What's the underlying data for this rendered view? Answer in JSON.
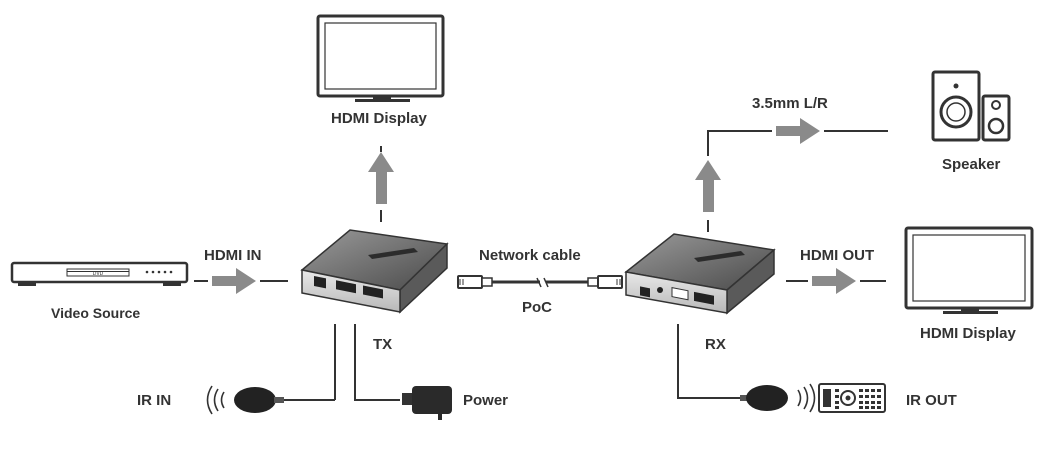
{
  "labels": {
    "hdmi_display_top": "HDMI Display",
    "speaker": "Speaker",
    "audio_out": "3.5mm L/R",
    "video_source": "Video Source",
    "hdmi_in": "HDMI IN",
    "network_cable": "Network cable",
    "poc": "PoC",
    "hdmi_out": "HDMI OUT",
    "hdmi_display_right": "HDMI Display",
    "tx": "TX",
    "rx": "RX",
    "ir_in": "IR IN",
    "power": "Power",
    "ir_out": "IR OUT",
    "dvd_text": "DVD"
  },
  "colors": {
    "line": "#333333",
    "arrow": "#8a8a8a",
    "device_body": "#6e6e6e",
    "device_face": "#d6d6d6",
    "text": "#333333"
  }
}
